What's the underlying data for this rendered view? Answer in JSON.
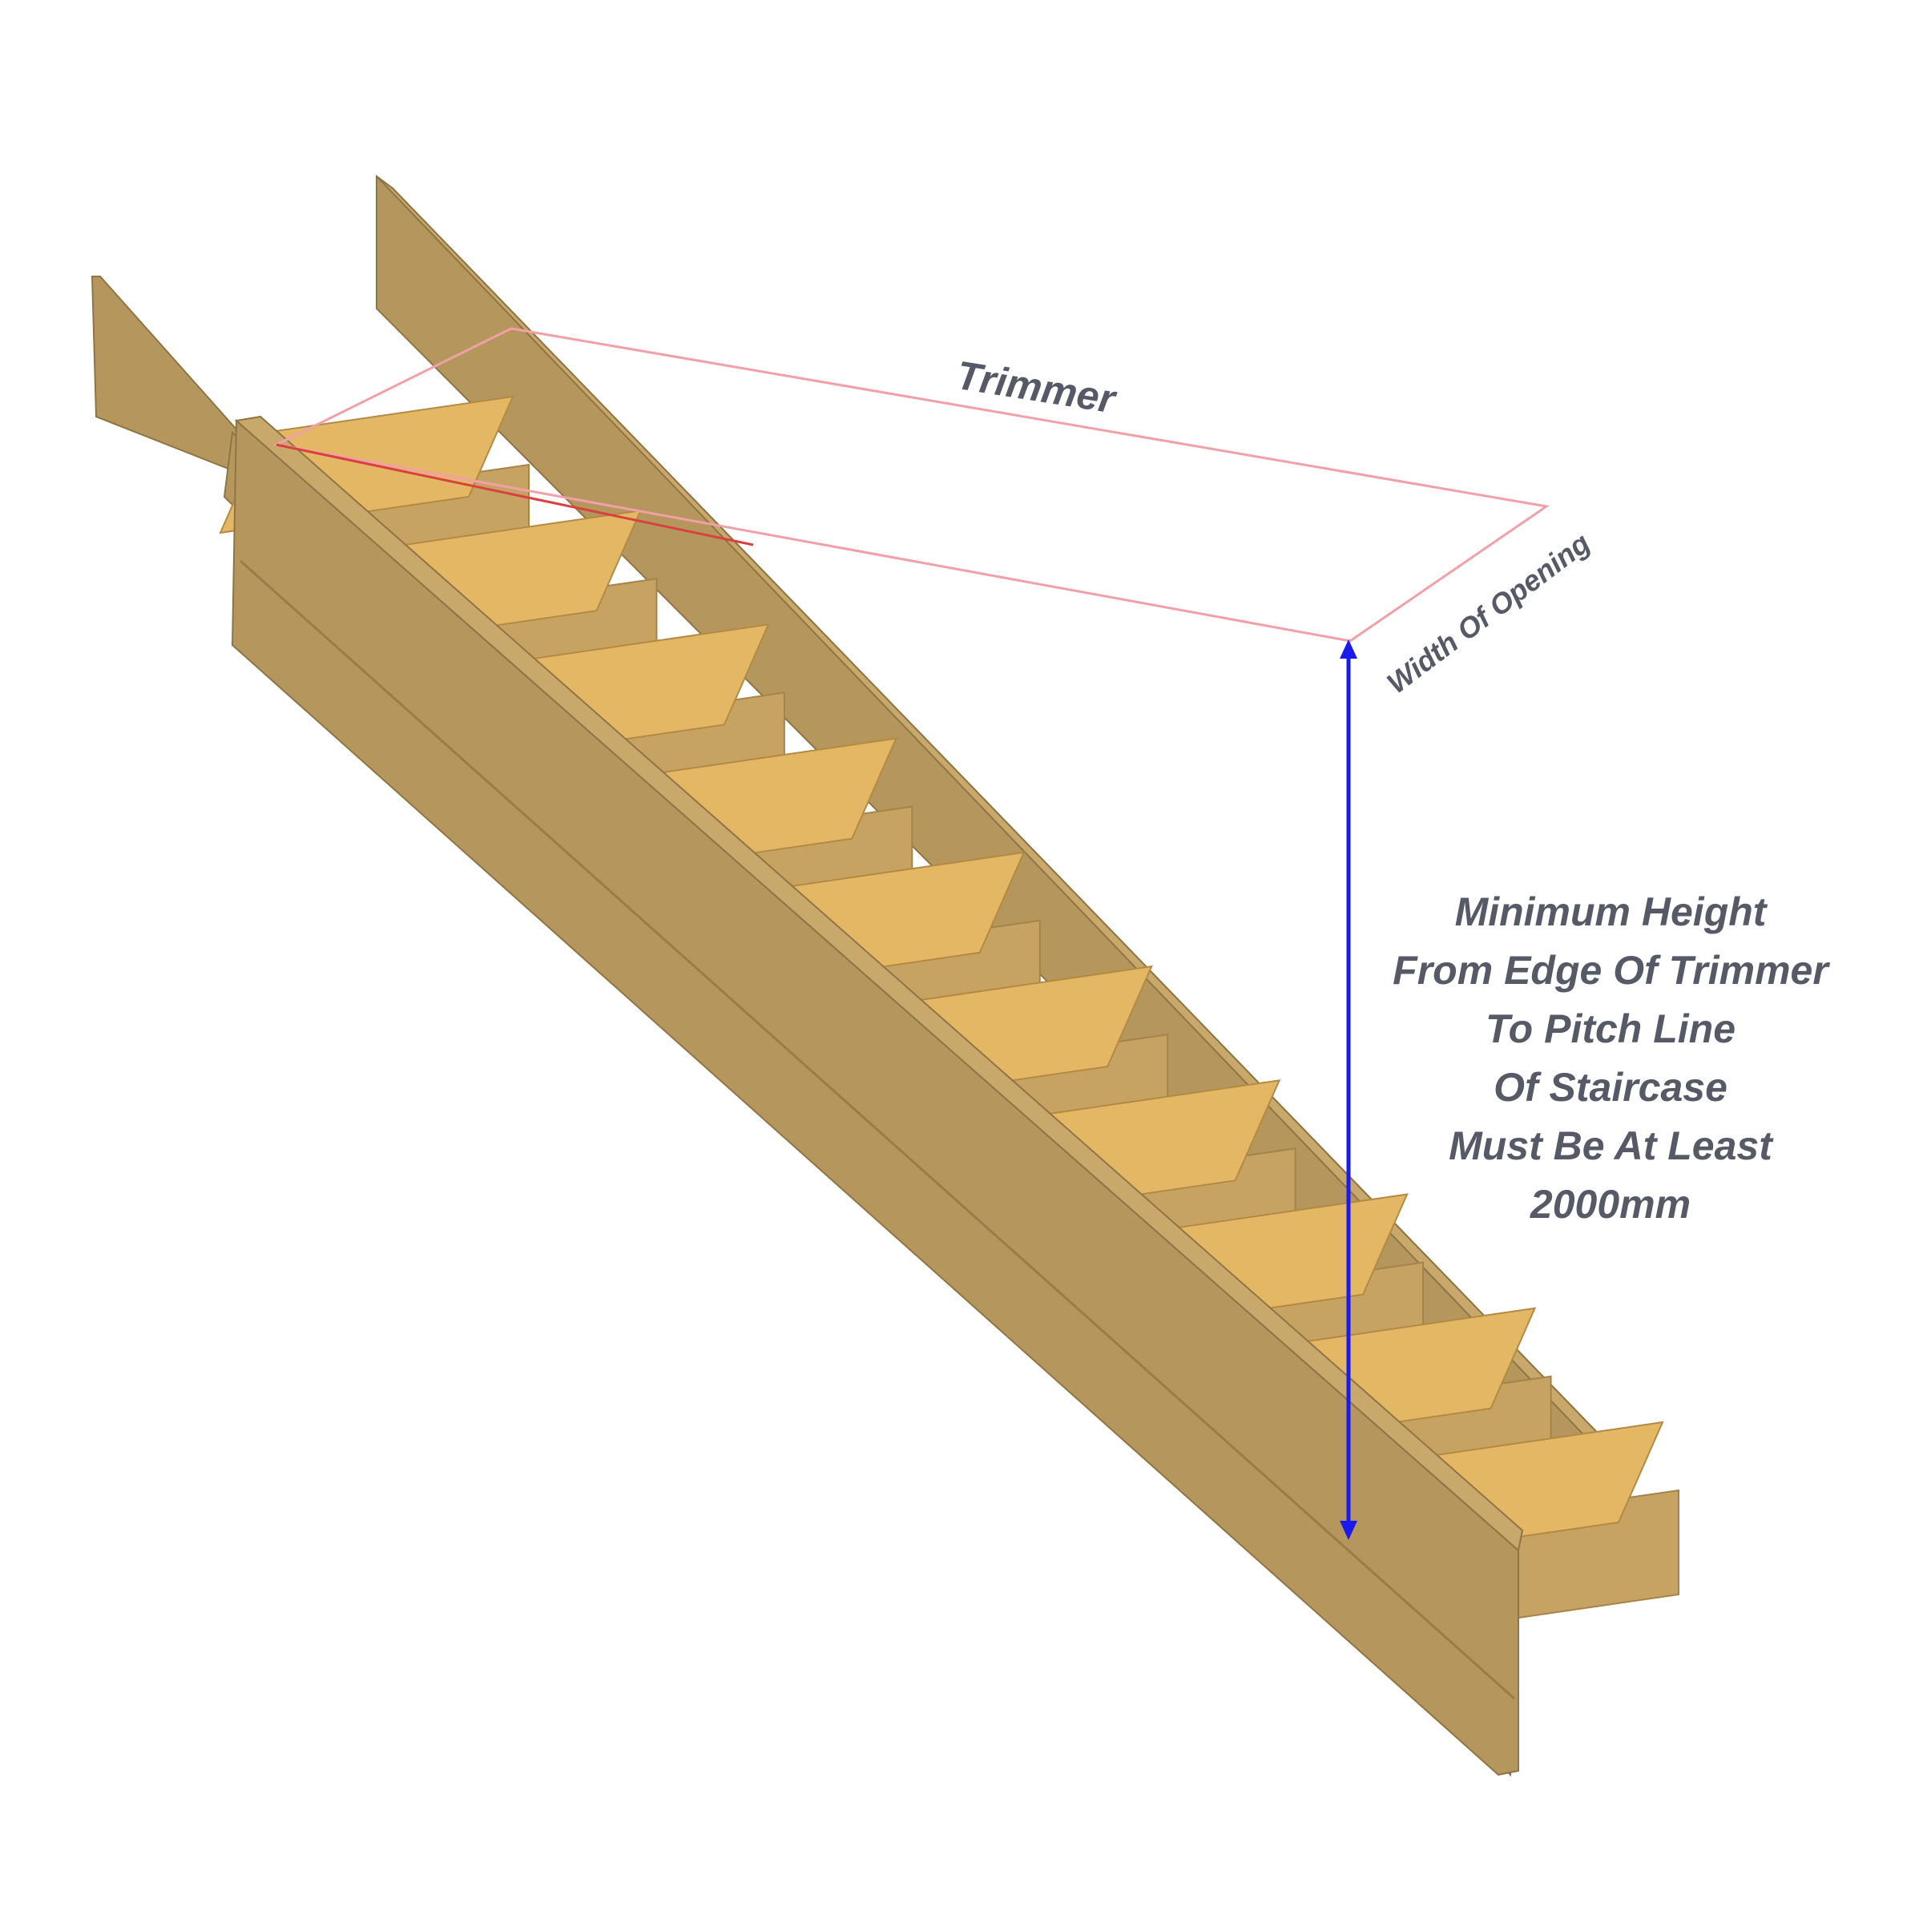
{
  "labels": {
    "trimmer": "Trimmer",
    "width_of_opening": "Width Of Opening",
    "note_lines": [
      "Minimum Height",
      "From Edge Of Trimmer",
      "To Pitch Line",
      "Of Staircase",
      "Must Be At Least",
      "2000mm"
    ]
  },
  "colors": {
    "trimmer_outline": "#f2a0a8",
    "pitch_line": "#d94040",
    "height_arrow": "#1a1aee",
    "label_text": "#555a66",
    "wood_tread": "#e3b764",
    "wood_stringer": "#b5965d"
  },
  "diagram": {
    "minimum_height_mm": 2000,
    "tread_count": 10
  }
}
